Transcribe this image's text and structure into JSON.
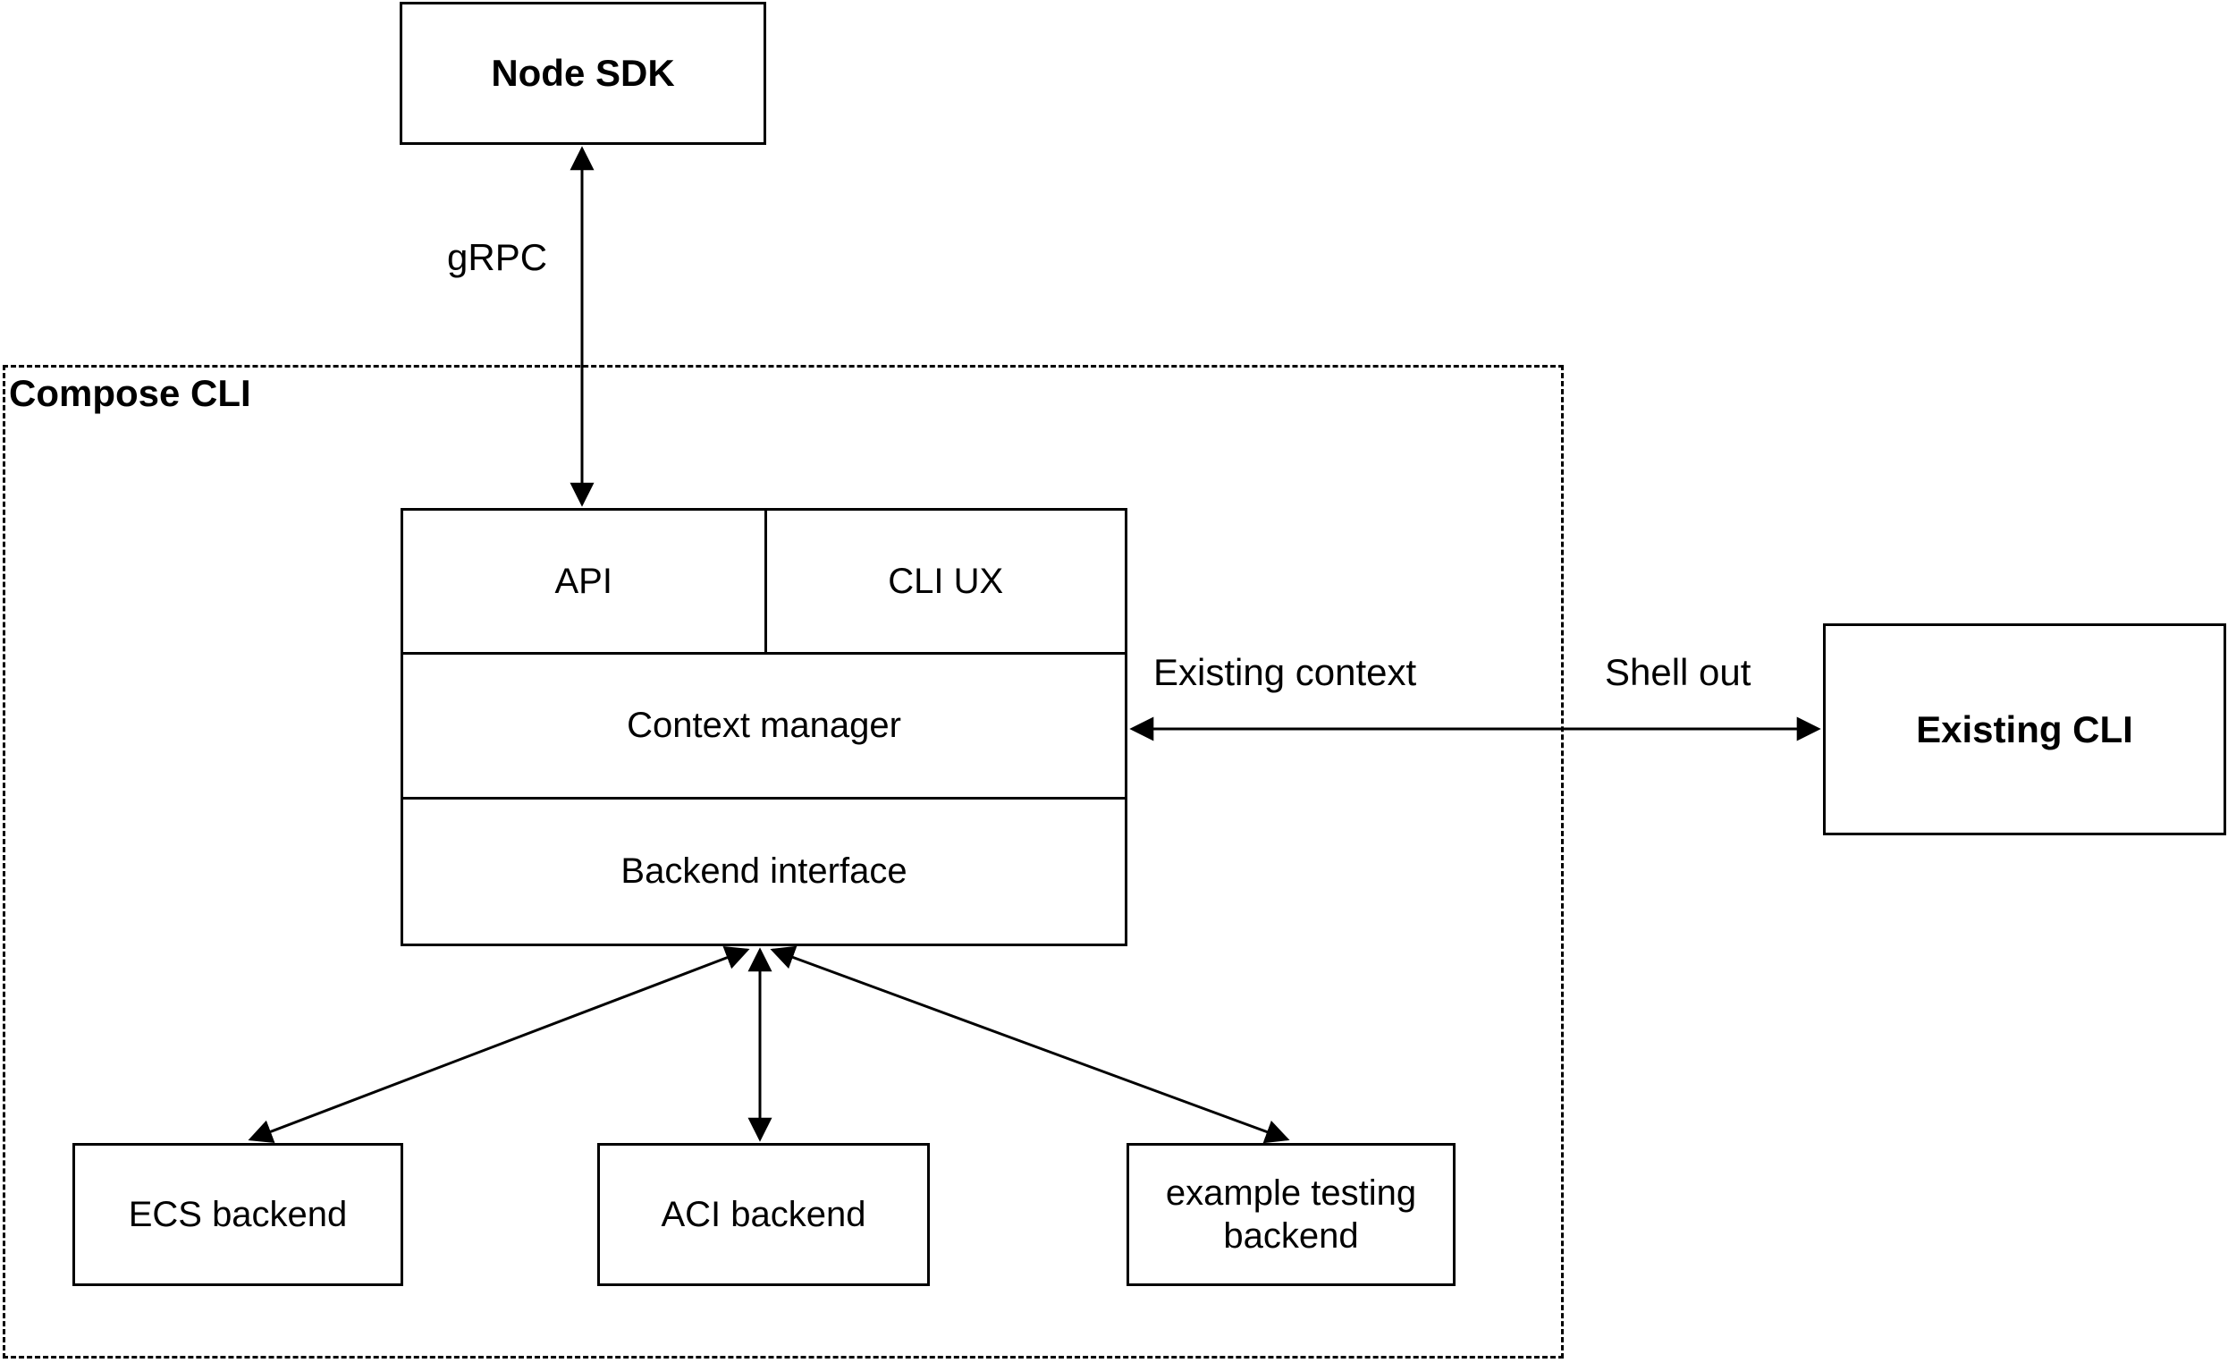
{
  "diagram": {
    "nodes": {
      "node_sdk": {
        "label": "Node SDK"
      },
      "compose_cli": {
        "label": "Compose CLI"
      },
      "api": {
        "label": "API"
      },
      "cli_ux": {
        "label": "CLI UX"
      },
      "context_manager": {
        "label": "Context manager"
      },
      "backend_interface": {
        "label": "Backend interface"
      },
      "existing_cli": {
        "label": "Existing CLI"
      },
      "ecs_backend": {
        "label": "ECS backend"
      },
      "aci_backend": {
        "label": "ACI backend"
      },
      "example_testing_backend": {
        "label": "example testing backend"
      }
    },
    "edges": {
      "grpc": {
        "label": "gRPC"
      },
      "existing_context": {
        "label": "Existing context"
      },
      "shell_out": {
        "label": "Shell out"
      }
    },
    "colors": {
      "stroke": "#000000",
      "fill": "#ffffff",
      "text": "#000000"
    }
  }
}
